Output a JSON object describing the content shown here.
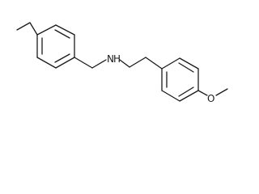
{
  "structure": {
    "atom_labels": {
      "nitrogen": "N",
      "nitrogen_hydrogen": "H",
      "oxygen": "O"
    }
  }
}
